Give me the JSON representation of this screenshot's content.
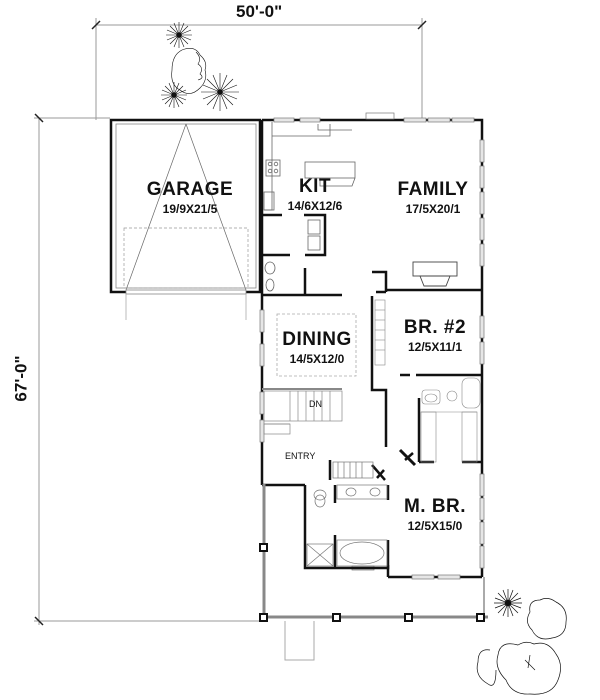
{
  "plan": {
    "overall_width": "50'-0\"",
    "overall_depth": "67'-0\"",
    "stair_label": "DN",
    "rooms": [
      {
        "id": "garage",
        "name": "GARAGE",
        "dims": "19/9X21/5"
      },
      {
        "id": "kit",
        "name": "KIT",
        "dims": "14/6X12/6"
      },
      {
        "id": "family",
        "name": "FAMILY",
        "dims": "17/5X20/1"
      },
      {
        "id": "dining",
        "name": "DINING",
        "dims": "14/5X12/0"
      },
      {
        "id": "br2",
        "name": "BR. #2",
        "dims": "12/5X11/1"
      },
      {
        "id": "entry",
        "name": "ENTRY",
        "dims": ""
      },
      {
        "id": "mbr",
        "name": "M. BR.",
        "dims": "12/5X15/0"
      }
    ]
  },
  "colors": {
    "wall": "#111111",
    "line": "#444444",
    "dim_line": "#999999",
    "background": "#ffffff"
  }
}
